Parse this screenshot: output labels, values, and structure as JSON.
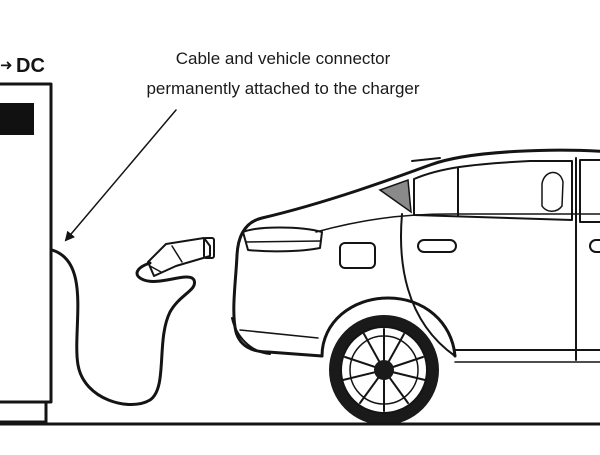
{
  "charger": {
    "label": "DC",
    "arrow_glyph": "➜"
  },
  "annotation": {
    "line1": "Cable and vehicle connector",
    "line2": "permanently attached to the charger"
  },
  "colors": {
    "stroke": "#141414",
    "background": "#ffffff",
    "screen": "#111111",
    "window_tint": "#8a8a8a"
  }
}
